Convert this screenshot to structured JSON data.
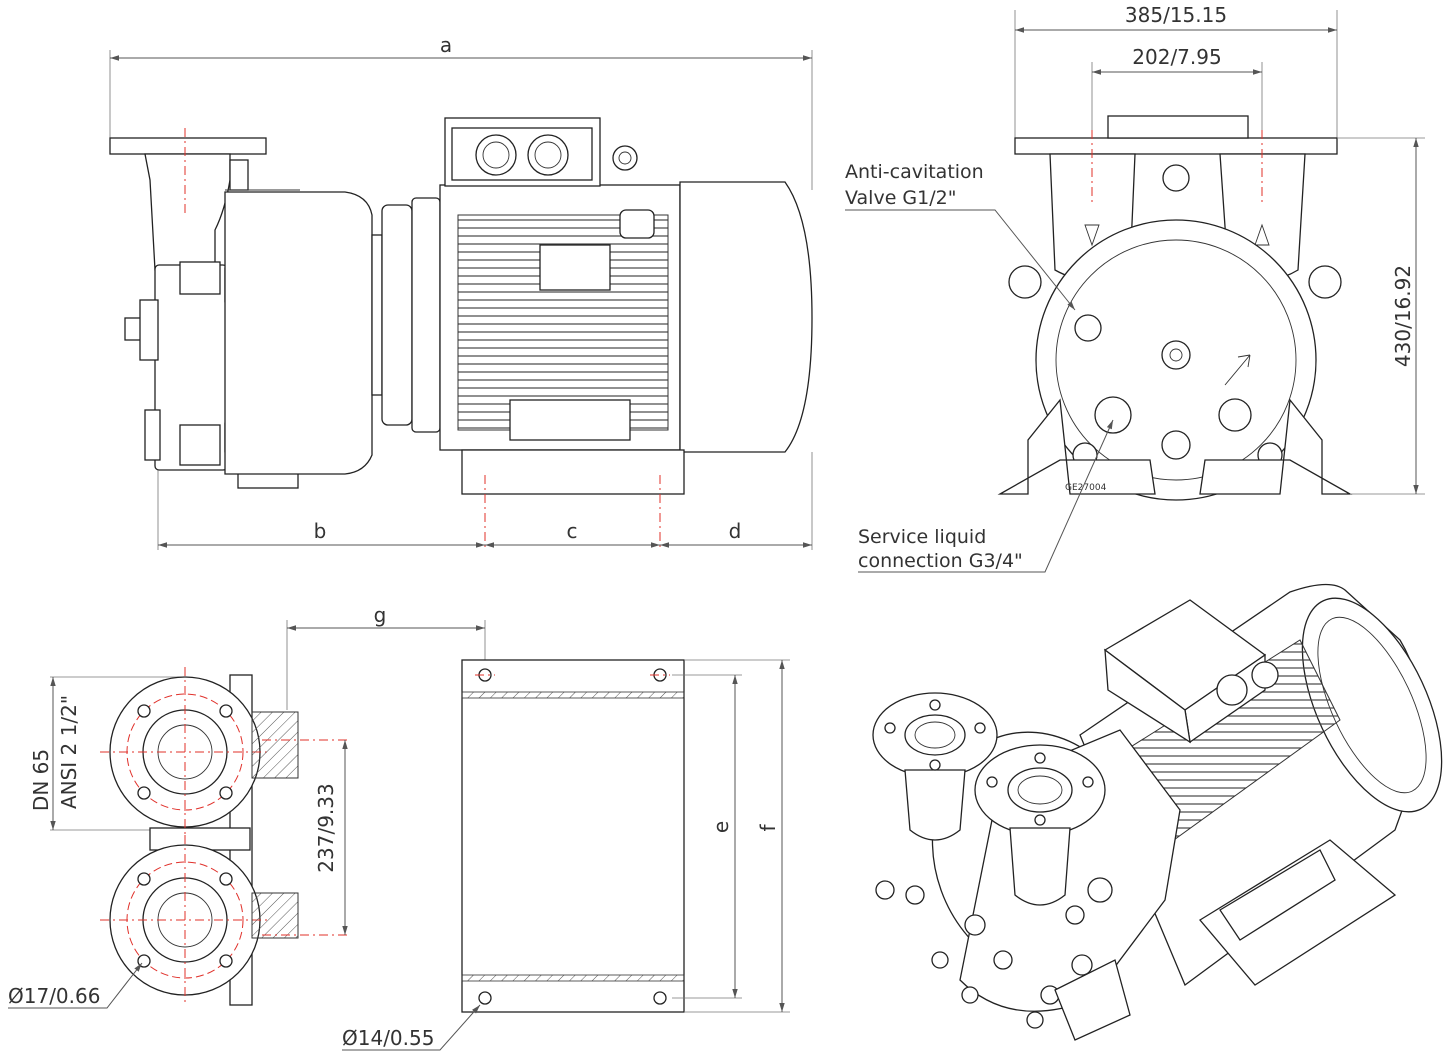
{
  "dimensions": {
    "a": "a",
    "b": "b",
    "c": "c",
    "d": "d",
    "e": "e",
    "f": "f",
    "g": "g",
    "width_overall": "385/15.15",
    "width_ports": "202/7.95",
    "height_overall": "430/16.92",
    "port_spacing": "237/9.33",
    "flange_hole": "Ø17/0.66",
    "base_hole": "Ø14/0.55"
  },
  "flange": {
    "line1": "DN 65",
    "line2": "ANSI 2 1/2\""
  },
  "callouts": {
    "anti_cavitation_line1": "Anti-cavitation",
    "anti_cavitation_line2": "Valve  G1/2\"",
    "service_liquid_line1": "Service liquid",
    "service_liquid_line2": "connection G3/4\""
  },
  "stamp": "GE27004",
  "colors": {
    "line": "#222222",
    "centerline": "#e0302a",
    "hatch": "#cfcfcf"
  }
}
